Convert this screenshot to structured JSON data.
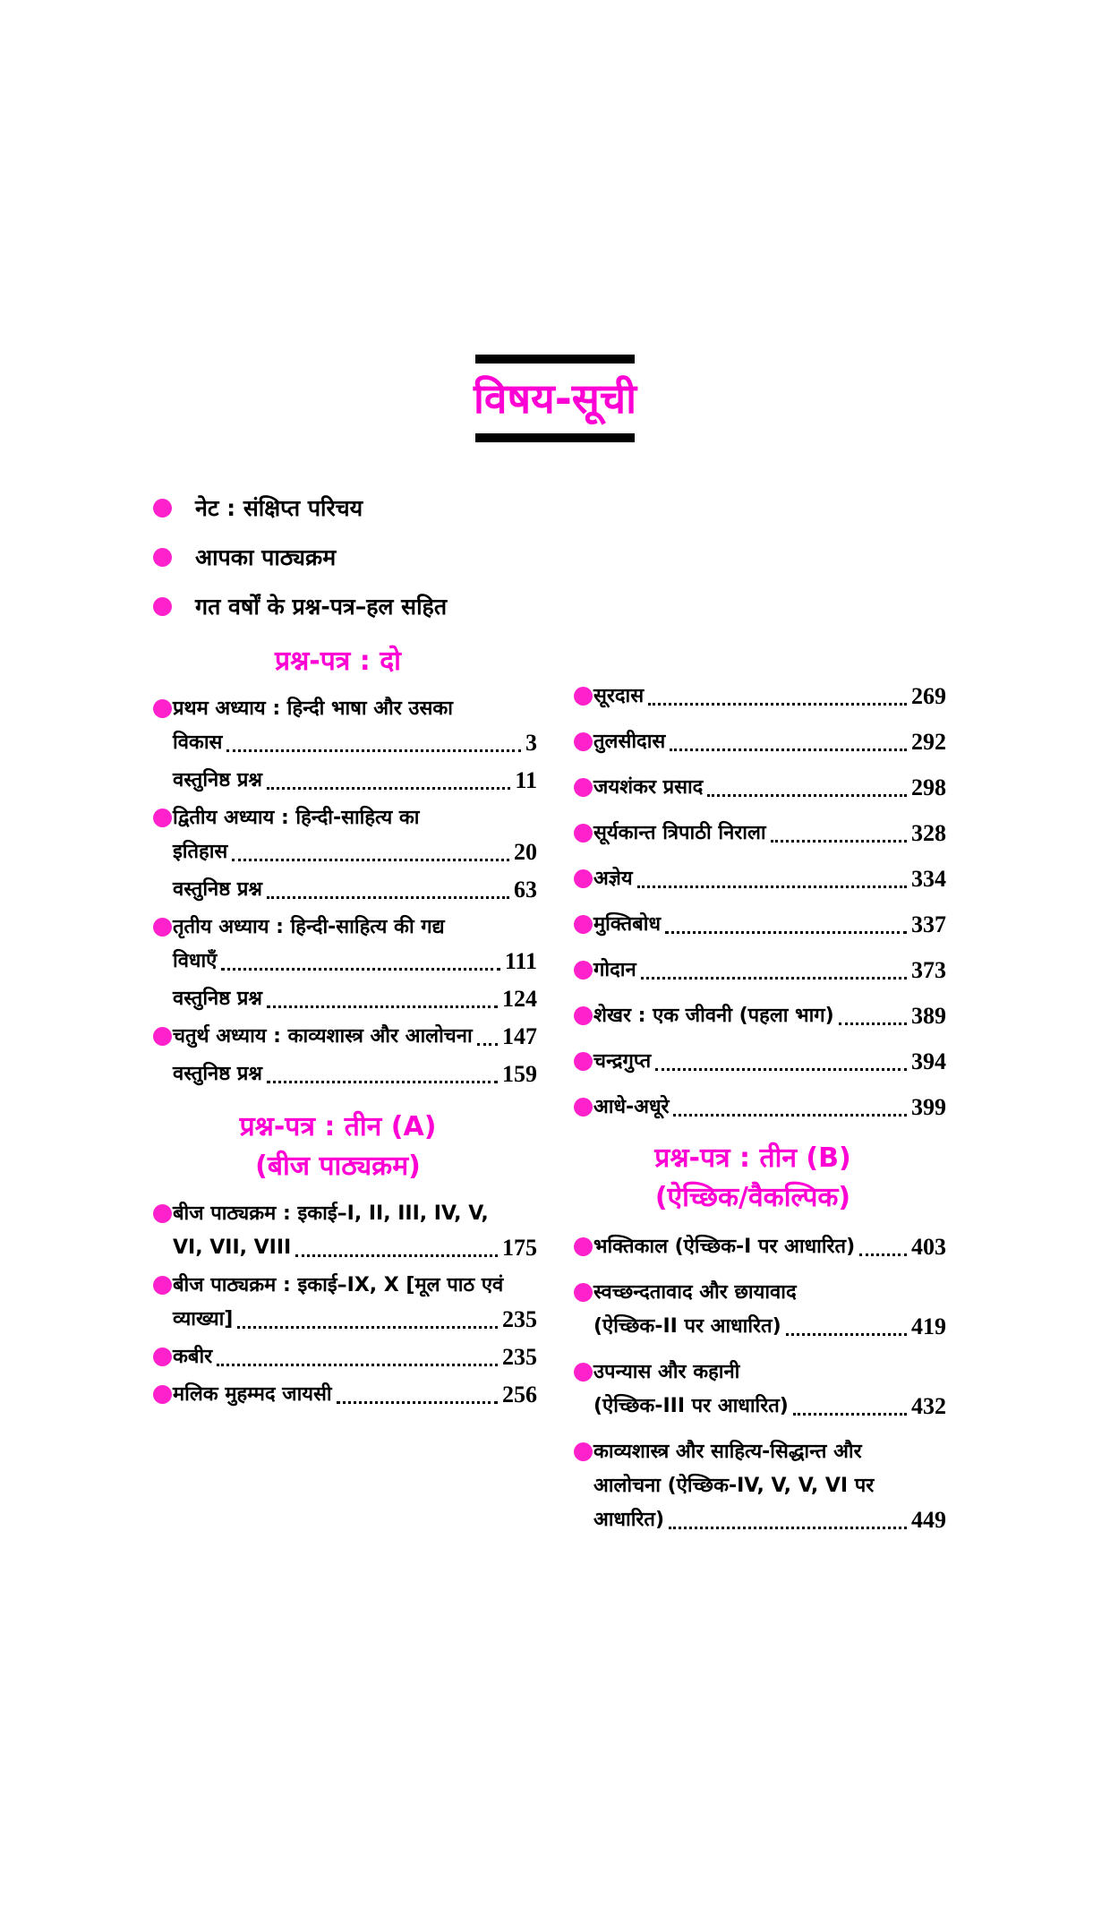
{
  "colors": {
    "accent": "#ff00d4",
    "bullet": "#ff22cc",
    "text": "#000000",
    "rule": "#000000"
  },
  "title": {
    "text": "विषय-सूची"
  },
  "intro_items": [
    {
      "label": "नेट : संक्षिप्त परिचय"
    },
    {
      "label": "आपका पाठ्यक्रम"
    },
    {
      "label": "गत वर्षों के प्रश्न-पत्र–हल सहित"
    }
  ],
  "columns": {
    "left": {
      "blocks": [
        {
          "type": "heading",
          "lines": [
            "प्रश्न-पत्र : दो"
          ]
        },
        {
          "type": "item",
          "bullet": true,
          "pre_lines": [
            "प्रथम अध्याय : हिन्दी भाषा और उसका"
          ],
          "tail": "विकास",
          "page": "3"
        },
        {
          "type": "item",
          "bullet": false,
          "pre_lines": [],
          "tail": "वस्तुनिष्ठ प्रश्न",
          "page": "11"
        },
        {
          "type": "item",
          "bullet": true,
          "pre_lines": [
            "द्वितीय अध्याय : हिन्दी-साहित्य का"
          ],
          "tail": "इतिहास",
          "page": "20"
        },
        {
          "type": "item",
          "bullet": false,
          "pre_lines": [],
          "tail": "वस्तुनिष्ठ प्रश्न",
          "page": "63"
        },
        {
          "type": "item",
          "bullet": true,
          "pre_lines": [
            "तृतीय अध्याय : हिन्दी-साहित्य की गद्य"
          ],
          "tail": "विधाएँ",
          "page": "111"
        },
        {
          "type": "item",
          "bullet": false,
          "pre_lines": [],
          "tail": "वस्तुनिष्ठ प्रश्न",
          "page": "124"
        },
        {
          "type": "item",
          "bullet": true,
          "pre_lines": [],
          "tail": "चतुर्थ अध्याय : काव्यशास्त्र और आलोचना",
          "page": "147"
        },
        {
          "type": "item",
          "bullet": false,
          "pre_lines": [],
          "tail": "वस्तुनिष्ठ प्रश्न",
          "page": "159"
        },
        {
          "type": "heading",
          "lines": [
            "प्रश्न-पत्र : तीन (A)",
            "(बीज पाठ्यक्रम)"
          ]
        },
        {
          "type": "item",
          "bullet": true,
          "pre_lines": [
            "बीज पाठ्यक्रम : इकाई–I, II, III, IV, V,"
          ],
          "tail": "VI, VII, VIII",
          "page": "175"
        },
        {
          "type": "item",
          "bullet": true,
          "pre_lines": [
            "बीज पाठ्यक्रम : इकाई–IX, X [मूल पाठ एवं"
          ],
          "tail": "व्याख्या]",
          "page": "235"
        },
        {
          "type": "item",
          "bullet": true,
          "pre_lines": [],
          "tail": "कबीर",
          "page": "235"
        },
        {
          "type": "item",
          "bullet": true,
          "pre_lines": [],
          "tail": "मलिक मुहम्मद जायसी",
          "page": "256"
        }
      ]
    },
    "right": {
      "blocks": [
        {
          "type": "item",
          "bullet": true,
          "pre_lines": [],
          "tail": "सूरदास",
          "page": "269"
        },
        {
          "type": "item",
          "bullet": true,
          "pre_lines": [],
          "tail": "तुलसीदास",
          "page": "292"
        },
        {
          "type": "item",
          "bullet": true,
          "pre_lines": [],
          "tail": "जयशंकर प्रसाद",
          "page": "298"
        },
        {
          "type": "item",
          "bullet": true,
          "pre_lines": [],
          "tail": "सूर्यकान्त त्रिपाठी निराला",
          "page": "328"
        },
        {
          "type": "item",
          "bullet": true,
          "pre_lines": [],
          "tail": "अज्ञेय",
          "page": "334"
        },
        {
          "type": "item",
          "bullet": true,
          "pre_lines": [],
          "tail": "मुक्तिबोध",
          "page": "337"
        },
        {
          "type": "item",
          "bullet": true,
          "pre_lines": [],
          "tail": "गोदान",
          "page": "373"
        },
        {
          "type": "item",
          "bullet": true,
          "pre_lines": [],
          "tail": "शेखर : एक जीवनी (पहला भाग)",
          "page": "389"
        },
        {
          "type": "item",
          "bullet": true,
          "pre_lines": [],
          "tail": "चन्द्रगुप्त",
          "page": "394"
        },
        {
          "type": "item",
          "bullet": true,
          "pre_lines": [],
          "tail": "आधे-अधूरे",
          "page": "399"
        },
        {
          "type": "heading",
          "lines": [
            "प्रश्न-पत्र : तीन (B)",
            "(ऐच्छिक/वैकल्पिक)"
          ]
        },
        {
          "type": "item",
          "bullet": true,
          "pre_lines": [],
          "tail": "भक्तिकाल (ऐच्छिक-I पर आधारित)",
          "page": "403"
        },
        {
          "type": "item",
          "bullet": true,
          "pre_lines": [
            "स्वच्छन्दतावाद और छायावाद"
          ],
          "tail": "(ऐच्छिक-II पर आधारित)",
          "page": "419"
        },
        {
          "type": "item",
          "bullet": true,
          "pre_lines": [
            "उपन्यास और कहानी"
          ],
          "tail": "(ऐच्छिक-III पर आधारित)",
          "page": "432"
        },
        {
          "type": "item",
          "bullet": true,
          "pre_lines": [
            "काव्यशास्त्र और साहित्य-सिद्धान्त और",
            "आलोचना (ऐच्छिक-IV, V, V, VI पर"
          ],
          "tail": "आधारित)",
          "page": "449"
        }
      ]
    }
  }
}
